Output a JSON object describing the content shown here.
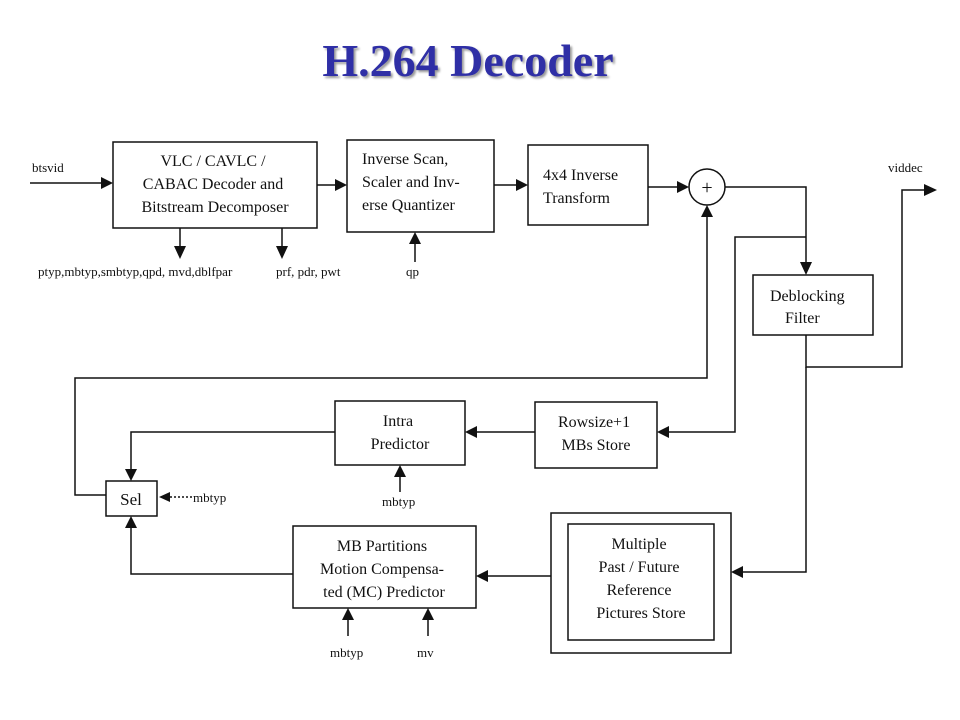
{
  "title": "H.264 Decoder",
  "blocks": {
    "vlc_decoder": [
      "VLC / CAVLC /",
      "CABAC Decoder and",
      "Bitstream Decomposer"
    ],
    "inverse_quantizer": [
      "Inverse Scan,",
      "Scaler and Inv-",
      "erse Quantizer"
    ],
    "inverse_transform": [
      "4x4 Inverse",
      "Transform"
    ],
    "deblocking_filter": [
      "Deblocking",
      "Filter"
    ],
    "rowsize_store": [
      "Rowsize+1",
      "MBs Store"
    ],
    "intra_predictor": [
      "Intra",
      "Predictor"
    ],
    "selector": "Sel",
    "mc_predictor": [
      "MB Partitions",
      "Motion Compensa-",
      "ted (MC) Predictor"
    ],
    "reference_store": [
      "Multiple",
      "Past / Future",
      "Reference",
      "Pictures Store"
    ],
    "adder": "+"
  },
  "signals": {
    "input": "btsvid",
    "output": "viddec",
    "vlc_outputs_a": "ptyp,mbtyp,smbtyp,qpd, mvd,dblfpar",
    "vlc_outputs_b": "prf, pdr, pwt",
    "qp": "qp",
    "intra_mbtyp": "mbtyp",
    "sel_mbtyp": "mbtyp",
    "mc_mbtyp": "mbtyp",
    "mc_mv": "mv"
  }
}
